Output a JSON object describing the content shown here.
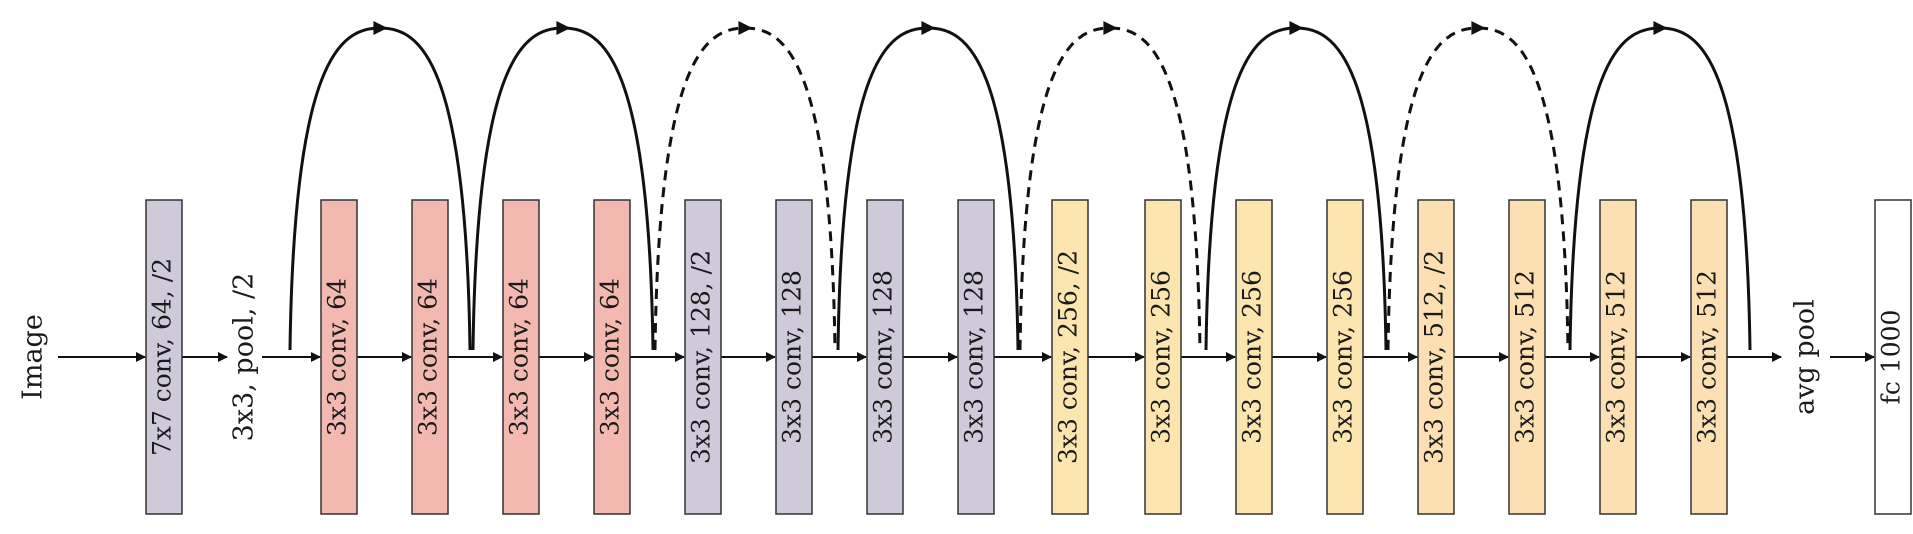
{
  "diagram": {
    "input_label": "Image",
    "pool_label": "3x3, pool, /2",
    "avgpool_label": "avg pool",
    "layers": [
      {
        "label": "7x7 conv, 64, /2",
        "color": "#cfcad9"
      },
      {
        "label": "3x3 conv, 64",
        "color": "#f3b9b1"
      },
      {
        "label": "3x3 conv, 64",
        "color": "#f3b9b1"
      },
      {
        "label": "3x3 conv, 64",
        "color": "#f3b9b1"
      },
      {
        "label": "3x3 conv, 64",
        "color": "#f3b9b1"
      },
      {
        "label": "3x3 conv, 128, /2",
        "color": "#cfcad9"
      },
      {
        "label": "3x3 conv, 128",
        "color": "#cfcad9"
      },
      {
        "label": "3x3 conv, 128",
        "color": "#cfcad9"
      },
      {
        "label": "3x3 conv, 128",
        "color": "#cfcad9"
      },
      {
        "label": "3x3 conv, 256, /2",
        "color": "#fde5b0"
      },
      {
        "label": "3x3 conv, 256",
        "color": "#fde5b0"
      },
      {
        "label": "3x3 conv, 256",
        "color": "#fde5b0"
      },
      {
        "label": "3x3 conv, 256",
        "color": "#fde5b0"
      },
      {
        "label": "3x3 conv, 512, /2",
        "color": "#fce0b4"
      },
      {
        "label": "3x3 conv, 512",
        "color": "#fce0b4"
      },
      {
        "label": "3x3 conv, 512",
        "color": "#fce0b4"
      },
      {
        "label": "3x3 conv, 512",
        "color": "#fce0b4"
      },
      {
        "label": "fc 1000",
        "color": "#ffffff"
      }
    ],
    "skip_connections": [
      {
        "type": "identity"
      },
      {
        "type": "identity"
      },
      {
        "type": "projection"
      },
      {
        "type": "identity"
      },
      {
        "type": "projection"
      },
      {
        "type": "identity"
      },
      {
        "type": "projection"
      },
      {
        "type": "identity"
      }
    ]
  }
}
